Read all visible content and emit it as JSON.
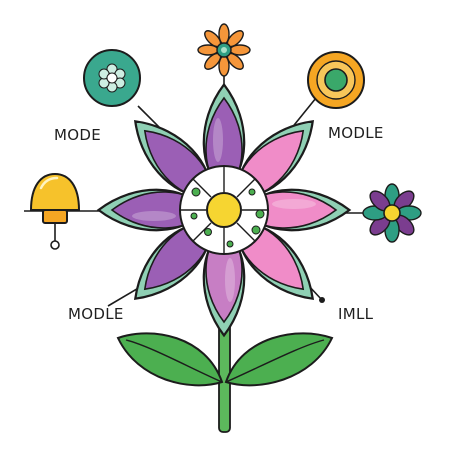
{
  "labels": {
    "top_left": "MODE",
    "top_right": "MODLE",
    "bottom_left": "MODLE",
    "bottom_right": "IMLL"
  },
  "colors": {
    "outline": "#1c1c1c",
    "petal_purple": "#9b5fb5",
    "petal_pink": "#f08cc8",
    "petal_rim": "#8fd0b4",
    "leaf": "#4caf50",
    "stem": "#5cb85c",
    "center": "#f6d531",
    "dots": "#4caf50",
    "accent_orange": "#f5a623",
    "accent_teal": "#2e9e83"
  },
  "icons": [
    "teal-gear-flower-icon",
    "orange-daisy-icon",
    "orange-circle-button-icon",
    "yellow-bell-icon",
    "purple-teal-flower-icon"
  ]
}
